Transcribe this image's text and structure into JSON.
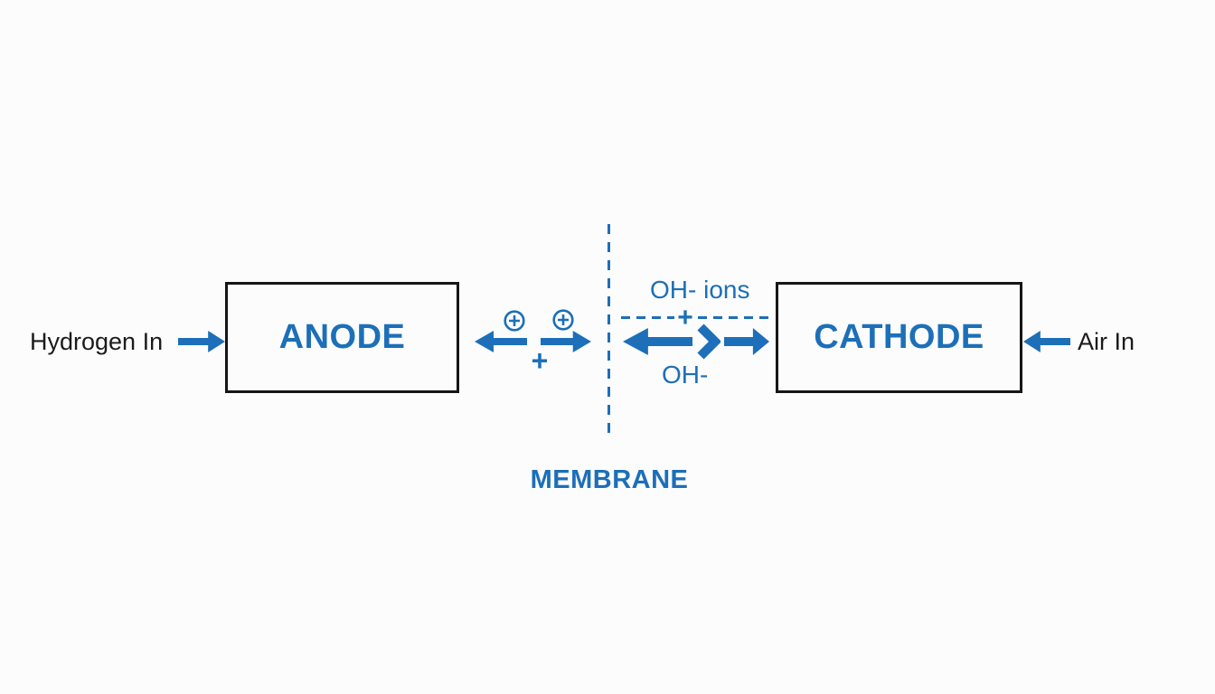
{
  "page": {
    "background": "#FCFCFC"
  },
  "colors": {
    "accent_blue": "#1C6FB8",
    "ink": "#1B1B1B",
    "box_border": "#161616"
  },
  "diagram": {
    "hydrogen_in": {
      "label": "Hydrogen In"
    },
    "anode": {
      "label": "ANODE"
    },
    "proton_transfer": {
      "plus_label": "+"
    },
    "membrane": {
      "label": "MEMBRANE"
    },
    "hydroxide_transfer": {
      "top_label": "OH- ions",
      "plus_label": "+",
      "bottom_label": "OH-"
    },
    "cathode": {
      "label": "CATHODE"
    },
    "air_in": {
      "label": "Air In"
    }
  },
  "icons": {
    "hydrogen_in_arrow": "arrow-right",
    "proton_arrow_left": "arrow-left",
    "proton_arrow_right": "arrow-right",
    "positive_ion_left": "circled-plus",
    "positive_ion_right": "circled-plus",
    "membrane_divider": "vertical-dashed-line",
    "hydroxide_path_left": "horizontal-dashed-line",
    "hydroxide_path_right": "horizontal-dashed-line",
    "hydroxide_arrow_left": "arrow-left",
    "hydroxide_chevron": "chevron-right",
    "hydroxide_arrow_right": "arrow-right",
    "air_in_arrow": "arrow-left"
  }
}
